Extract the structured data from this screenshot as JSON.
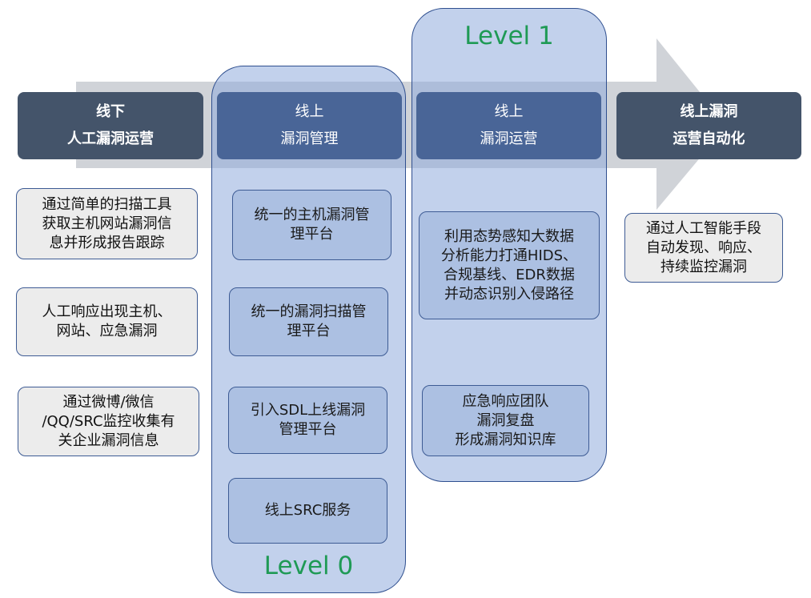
{
  "stages": [
    {
      "line1": "线下",
      "line2": "人工漏洞运营"
    },
    {
      "line1": "线上",
      "line2": "漏洞管理"
    },
    {
      "line1": "线上",
      "line2": "漏洞运营"
    },
    {
      "line1": "线上漏洞",
      "line2": "运营自动化"
    }
  ],
  "levels": {
    "level0": "Level 0",
    "level1": "Level 1"
  },
  "offline_items": [
    "通过简单的扫描工具\n获取主机网站漏洞信\n息并形成报告跟踪",
    "人工响应出现主机、\n网站、应急漏洞",
    "通过微博/微信\n/QQ/SRC监控收集有\n关企业漏洞信息"
  ],
  "level0_items": [
    "统一的主机漏洞管\n理平台",
    "统一的漏洞扫描管\n理平台",
    "引入SDL上线漏洞\n管理平台",
    "线上SRC服务"
  ],
  "level1_items": [
    "利用态势感知大数据\n分析能力打通HIDS、\n合规基线、EDR数据\n并动态识别入侵路径",
    "应急响应团队\n漏洞复盘\n形成漏洞知识库"
  ],
  "auto_items": [
    "通过人工智能手段\n自动发现、响应、\n持续监控漏洞"
  ]
}
